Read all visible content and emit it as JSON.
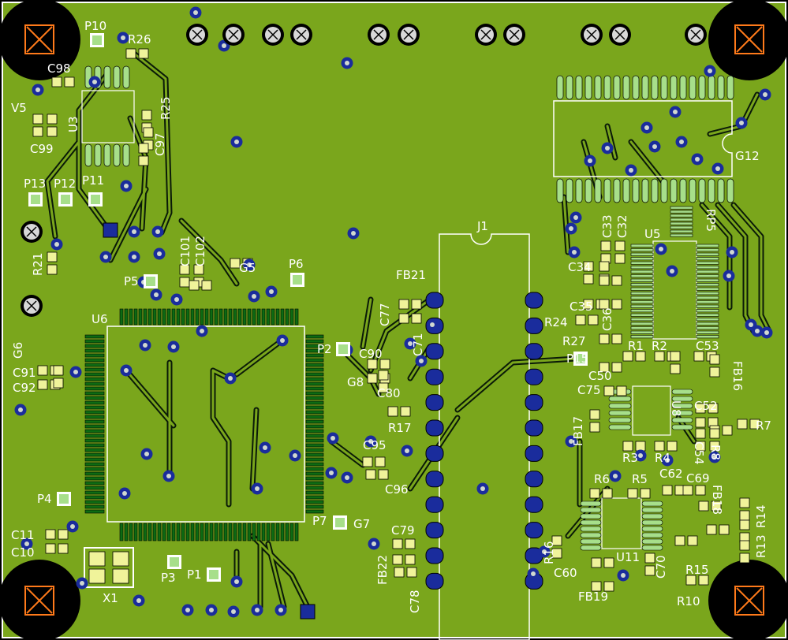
{
  "colors": {
    "board": "#7aa61c",
    "outline": "#ffffff",
    "pad": "#f0f39a",
    "pad_green": "#a7df8a",
    "via_ring": "#1a2c9c",
    "via_hole": "#d0d8d0",
    "trace": "#0a1a08",
    "ic_pin": "#0d6b12",
    "silk": "#ffffff",
    "mount": "#000000",
    "mount_pad": "#ff7a1a"
  },
  "labels": {
    "P10": "P10",
    "R26": "R26",
    "C98": "C98",
    "V5": "V5",
    "U3": "U3",
    "R25": "R25",
    "C97": "C97",
    "C99": "C99",
    "P13": "P13",
    "P12": "P12",
    "P11": "P11",
    "R21": "R21",
    "C101": "C101",
    "C102": "C102",
    "G5": "G5",
    "P6": "P6",
    "P5": "P5",
    "U6": "U6",
    "G6": "G6",
    "C91": "C91",
    "C92": "C92",
    "P4": "P4",
    "C11": "C11",
    "C10": "C10",
    "X1": "X1",
    "P3": "P3",
    "P1": "P1",
    "P2": "P2",
    "P7": "P7",
    "FB21": "FB21",
    "C77": "C77",
    "C71": "C71",
    "C90": "C90",
    "G8": "G8",
    "C80": "C80",
    "R17": "R17",
    "C95": "C95",
    "C96": "C96",
    "G7": "G7",
    "C79": "C79",
    "FB22": "FB22",
    "C78": "C78",
    "J1": "J1",
    "G12": "G12",
    "C33": "C33",
    "C32": "C32",
    "U5": "U5",
    "RP5": "RP5",
    "C34": "C34",
    "C35": "C35",
    "R24": "R24",
    "C36": "C36",
    "R27": "R27",
    "R1": "R1",
    "R2": "R2",
    "C53": "C53",
    "P15": "P15",
    "C50": "C50",
    "FB16": "FB16",
    "C75": "C75",
    "U8": "U8",
    "FB17": "FB17",
    "C52": "C52",
    "R7": "R7",
    "R3": "R3",
    "R4": "R4",
    "C54": "C54",
    "R8": "R8",
    "R6": "R6",
    "R5": "R5",
    "C62": "C62",
    "C69": "C69",
    "FB18": "FB18",
    "R14": "R14",
    "R16": "R16",
    "U11": "U11",
    "C60": "C60",
    "C70": "C70",
    "R13": "R13",
    "R15": "R15",
    "FB19": "FB19",
    "R10": "R10"
  }
}
